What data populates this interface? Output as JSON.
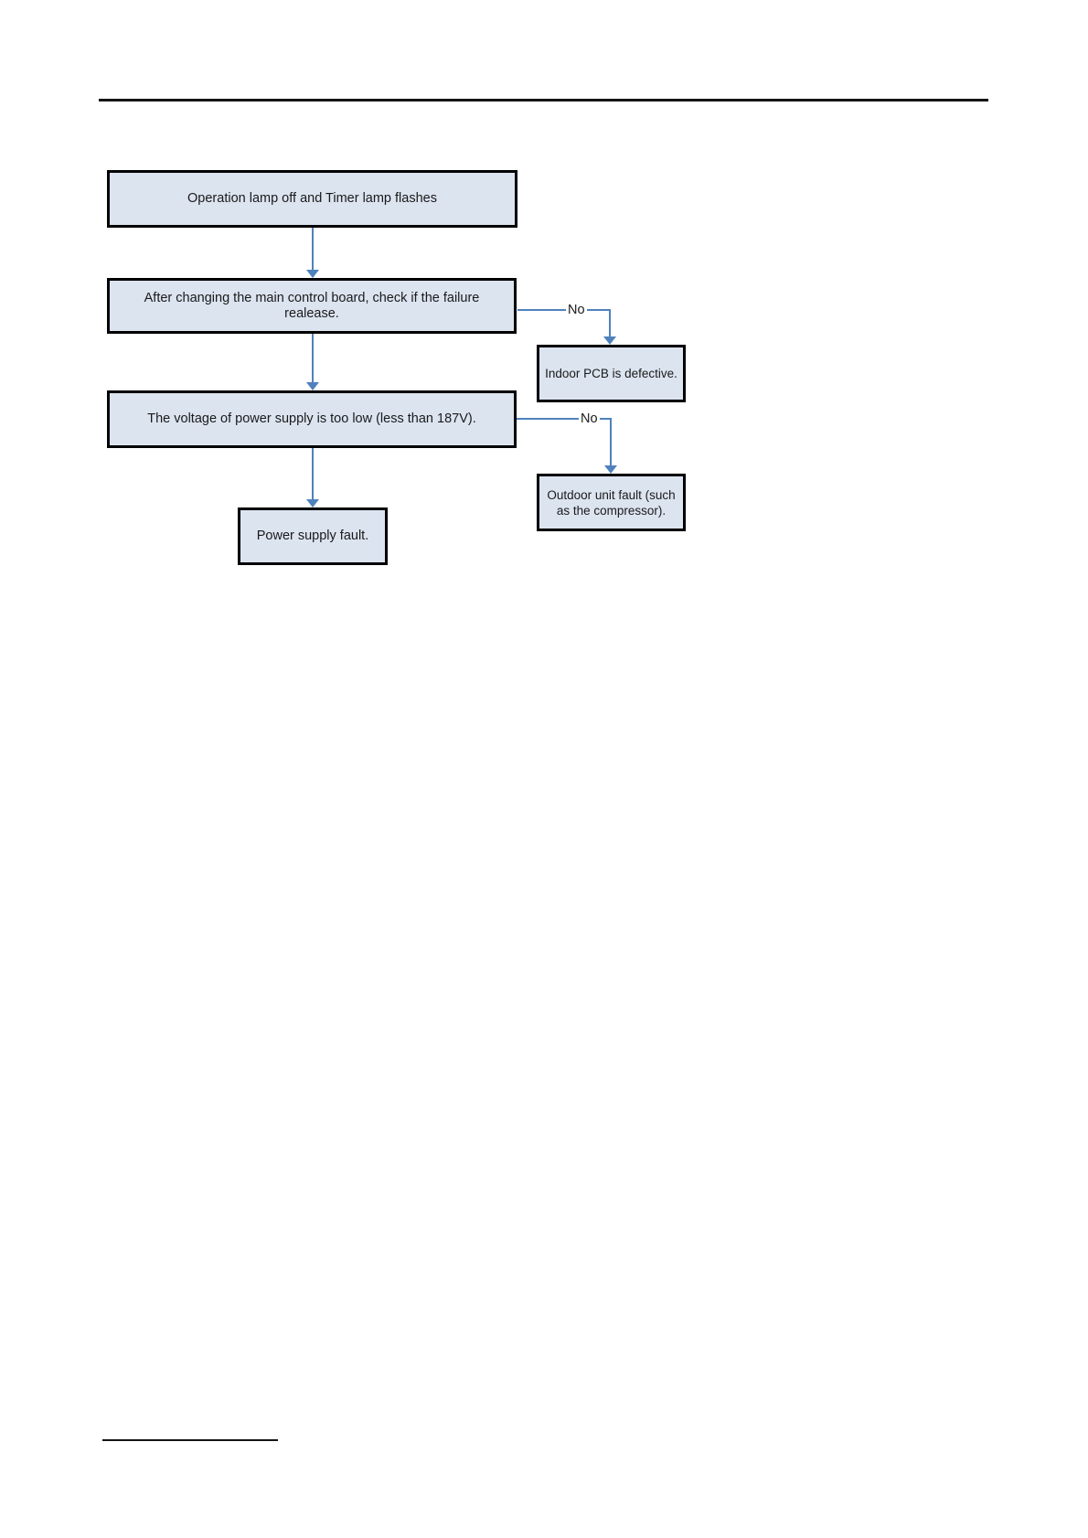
{
  "flowchart": {
    "boxes": [
      {
        "id": "start",
        "label": "Operation lamp off and Timer lamp flashes"
      },
      {
        "id": "check",
        "label": "After changing the main control board, check if the failure realease."
      },
      {
        "id": "indoor",
        "label": "Indoor PCB is defective."
      },
      {
        "id": "voltage",
        "label": "The voltage of power supply is too low (less than 187V)."
      },
      {
        "id": "outdoor",
        "label": "Outdoor unit fault (such as the compressor)."
      },
      {
        "id": "power",
        "label": "Power supply fault."
      }
    ],
    "edge_labels": [
      {
        "label": "No"
      },
      {
        "label": "No"
      }
    ],
    "colors": {
      "box_fill": "#dce4f0",
      "box_border": "#000000",
      "arrow": "#4f81bd",
      "text": "#1a1a1a",
      "rule": "#141414"
    }
  }
}
